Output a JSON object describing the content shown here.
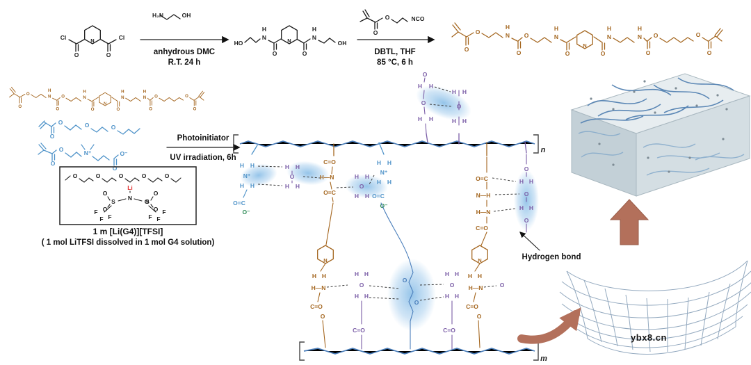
{
  "atoms": {
    "O": "O",
    "H": "H",
    "N": "N",
    "Cl": "Cl",
    "S": "S",
    "F": "F",
    "Li": "Li",
    "HO": "HO",
    "OH": "OH",
    "H2N": "H₂N",
    "NCO": "NCO",
    "NH": "N—H",
    "HN": "H—N",
    "OC": "O=C",
    "CO": "C=O",
    "Oneg": "O⁻",
    "Npos": "N⁺",
    "n": "n",
    "m": "m"
  },
  "conditions": {
    "arrow1_below1": "anhydrous DMC",
    "arrow1_below2": "R.T. 24 h",
    "arrow2_below1": "DBTL, THF",
    "arrow2_below2": "85 °C, 6 h",
    "arrow3_above": "Photoinitiator",
    "arrow3_below": "UV irradiation, 6h"
  },
  "electrolyte": {
    "caption1": "1 m [Li(G4)][TFSI]",
    "caption2": "( 1 mol LiTFSI dissolved in 1 mol G4 solution)"
  },
  "network": {
    "hydrogen_bond_label": "Hydrogen bond"
  },
  "watermark": "ybx8.cn",
  "colors": {
    "crosslinker_brown": "#a4661f",
    "monomer_blue": "#4f93c9",
    "backbone_blue": "#4a7ebb",
    "urethane_purple": "#7b5ea7",
    "lithium_red": "#e03030",
    "anion_green": "#2e8b57",
    "arrow_brown": "#b3705b",
    "hbond_highlight": "#8fc1e8"
  }
}
